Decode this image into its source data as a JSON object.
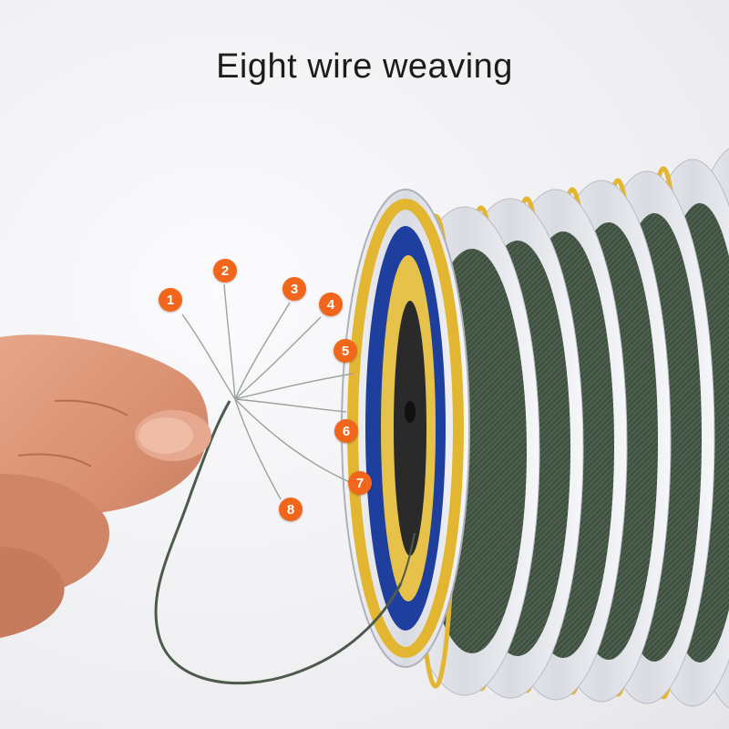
{
  "title": "Eight wire weaving",
  "strand_labels": [
    "1",
    "2",
    "3",
    "4",
    "5",
    "6",
    "7",
    "8"
  ],
  "colors": {
    "badge": "#f2661c",
    "line": "#4d5a4c",
    "spool_rim": "#e2b631",
    "spool_label_blue": "#1f3f9e"
  }
}
